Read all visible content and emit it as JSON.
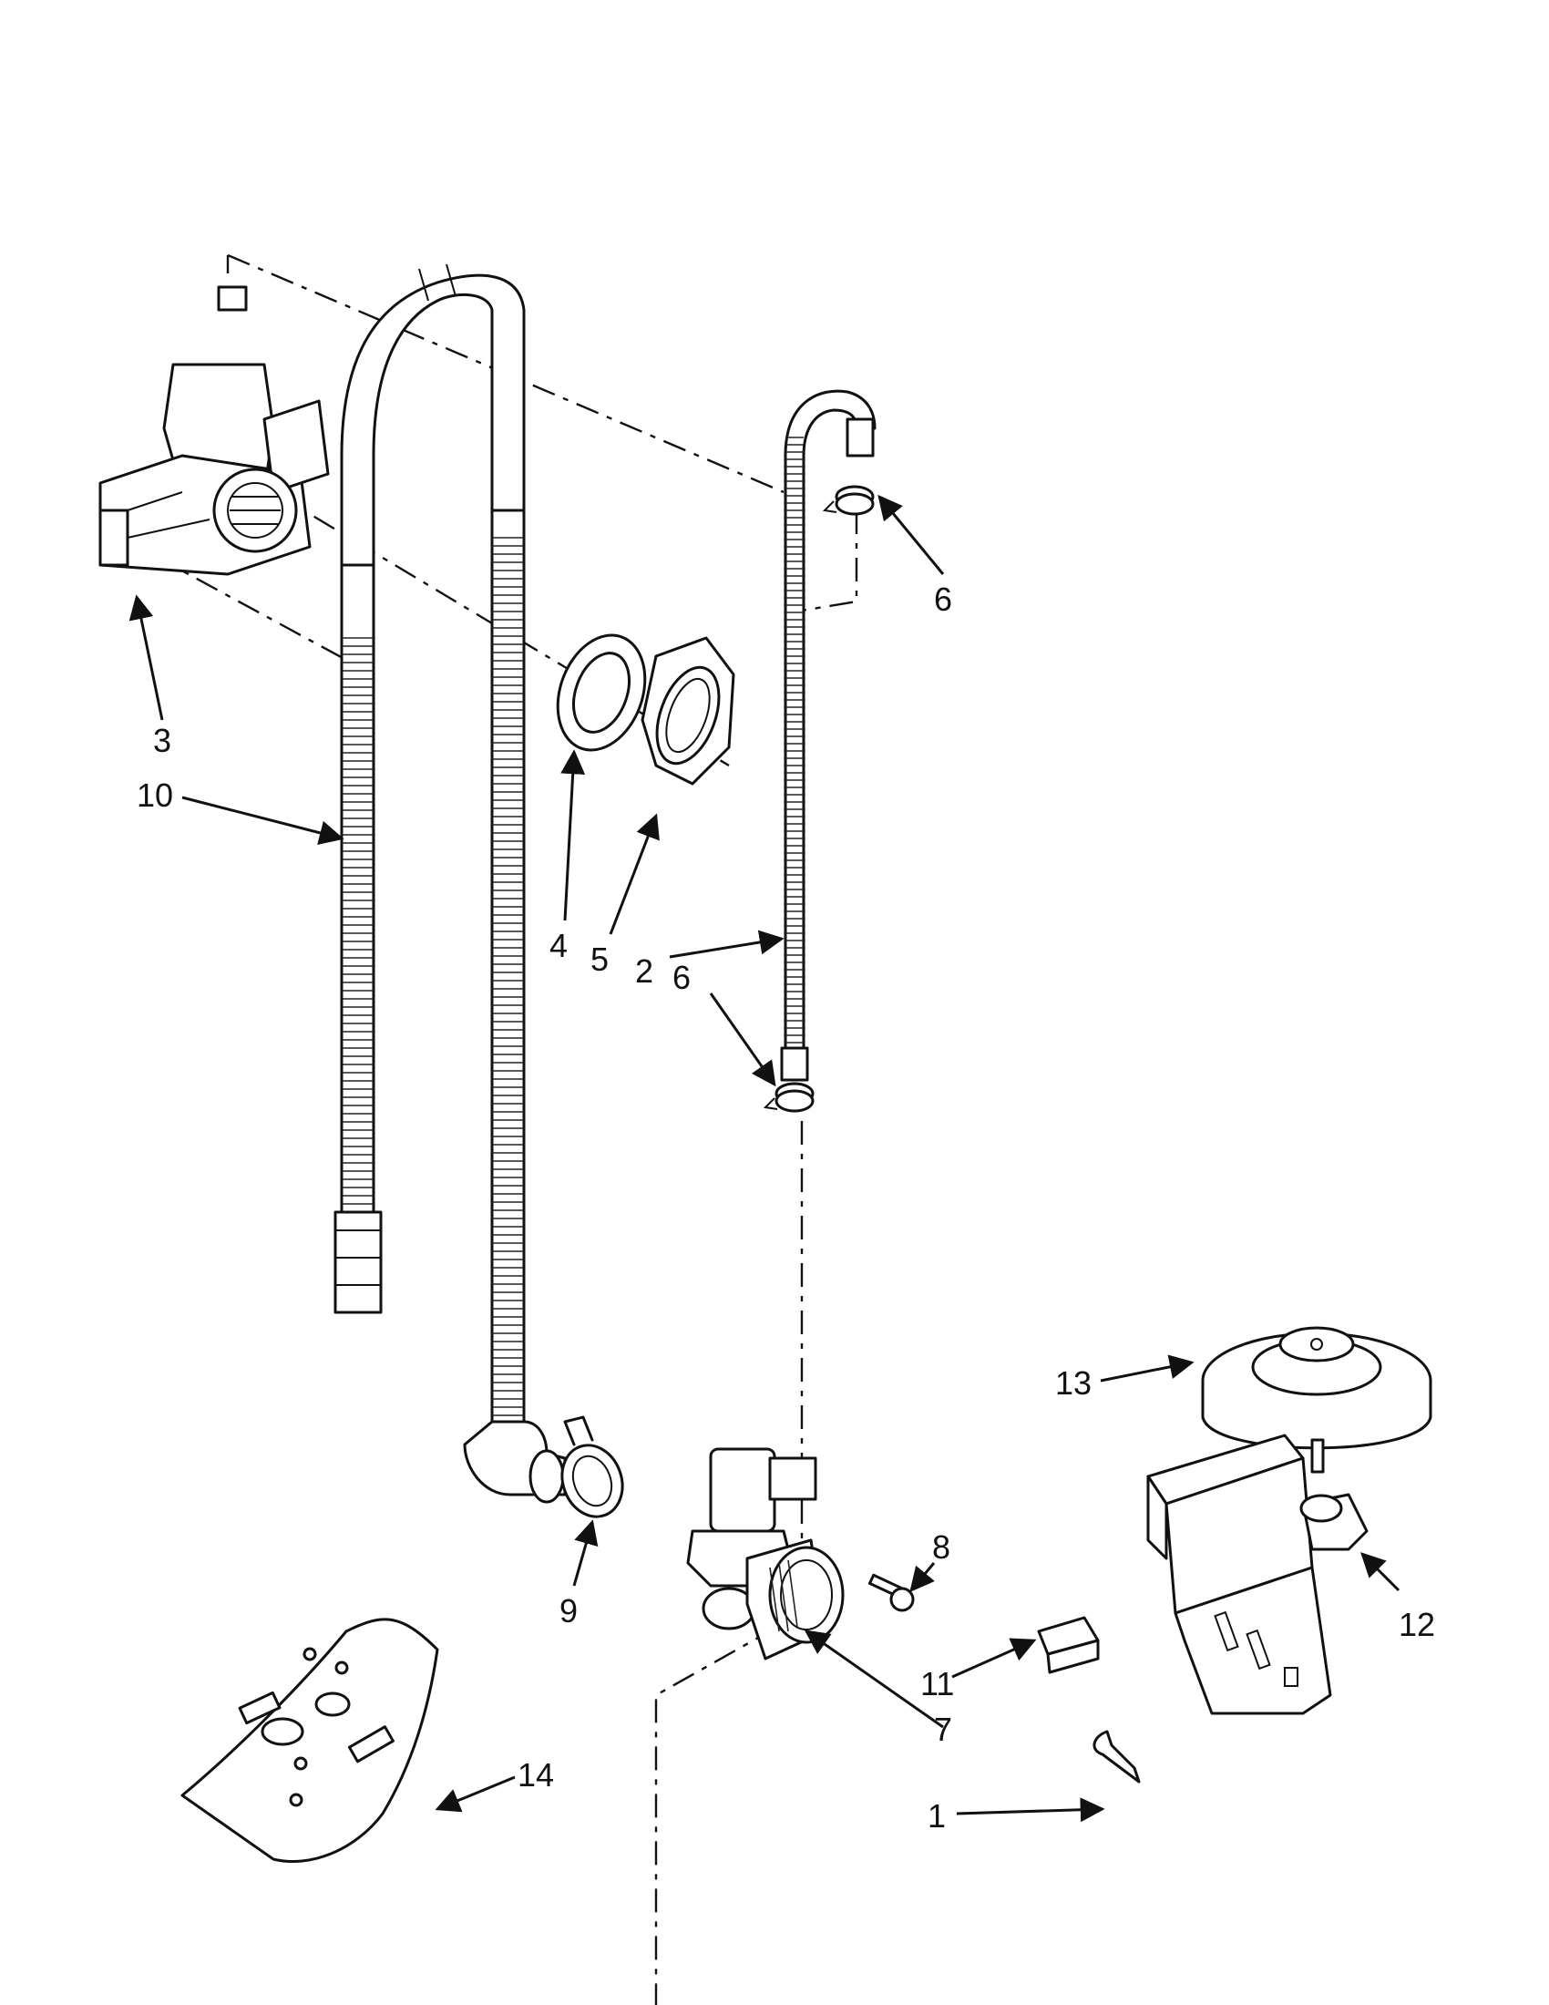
{
  "diagram": {
    "callouts": [
      {
        "id": "c3",
        "label": "3"
      },
      {
        "id": "c10",
        "label": "10"
      },
      {
        "id": "c4",
        "label": "4"
      },
      {
        "id": "c5",
        "label": "5"
      },
      {
        "id": "c2",
        "label": "2"
      },
      {
        "id": "c6a",
        "label": "6"
      },
      {
        "id": "c6b",
        "label": "6"
      },
      {
        "id": "c9",
        "label": "9"
      },
      {
        "id": "c14",
        "label": "14"
      },
      {
        "id": "c8",
        "label": "8"
      },
      {
        "id": "c11",
        "label": "11"
      },
      {
        "id": "c7",
        "label": "7"
      },
      {
        "id": "c1",
        "label": "1"
      },
      {
        "id": "c13",
        "label": "13"
      },
      {
        "id": "c12",
        "label": "12"
      }
    ]
  }
}
